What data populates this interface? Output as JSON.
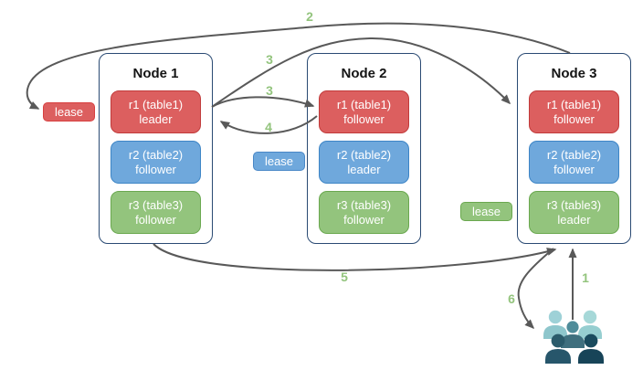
{
  "nodes": [
    {
      "title": "Node 1",
      "replicas": [
        {
          "name": "r1 (table1)",
          "role": "leader",
          "color": "red"
        },
        {
          "name": "r2 (table2)",
          "role": "follower",
          "color": "blue"
        },
        {
          "name": "r3 (table3)",
          "role": "follower",
          "color": "green"
        }
      ]
    },
    {
      "title": "Node 2",
      "replicas": [
        {
          "name": "r1 (table1)",
          "role": "follower",
          "color": "red"
        },
        {
          "name": "r2 (table2)",
          "role": "leader",
          "color": "blue"
        },
        {
          "name": "r3 (table3)",
          "role": "follower",
          "color": "green"
        }
      ]
    },
    {
      "title": "Node 3",
      "replicas": [
        {
          "name": "r1 (table1)",
          "role": "follower",
          "color": "red"
        },
        {
          "name": "r2 (table2)",
          "role": "follower",
          "color": "blue"
        },
        {
          "name": "r3 (table3)",
          "role": "leader",
          "color": "green"
        }
      ]
    }
  ],
  "leases": [
    "lease",
    "lease",
    "lease"
  ],
  "steps": [
    "1",
    "2",
    "3",
    "3",
    "4",
    "5",
    "6"
  ],
  "colors": {
    "replica_red": "#dc5f5f",
    "replica_blue": "#6fa8dc",
    "replica_green": "#93c47d",
    "red_border": "#c13b3b",
    "blue_border": "#3d85c6",
    "green_border": "#6aa84f",
    "node_border": "#2a4a73",
    "arrow": "#595959",
    "step_number": "#93c47d",
    "users_palette": [
      "#9ed1d7",
      "#a6d8d8",
      "#4f8c9a",
      "#3f6f7e",
      "#2b5b6b",
      "#1a4b5e"
    ]
  }
}
